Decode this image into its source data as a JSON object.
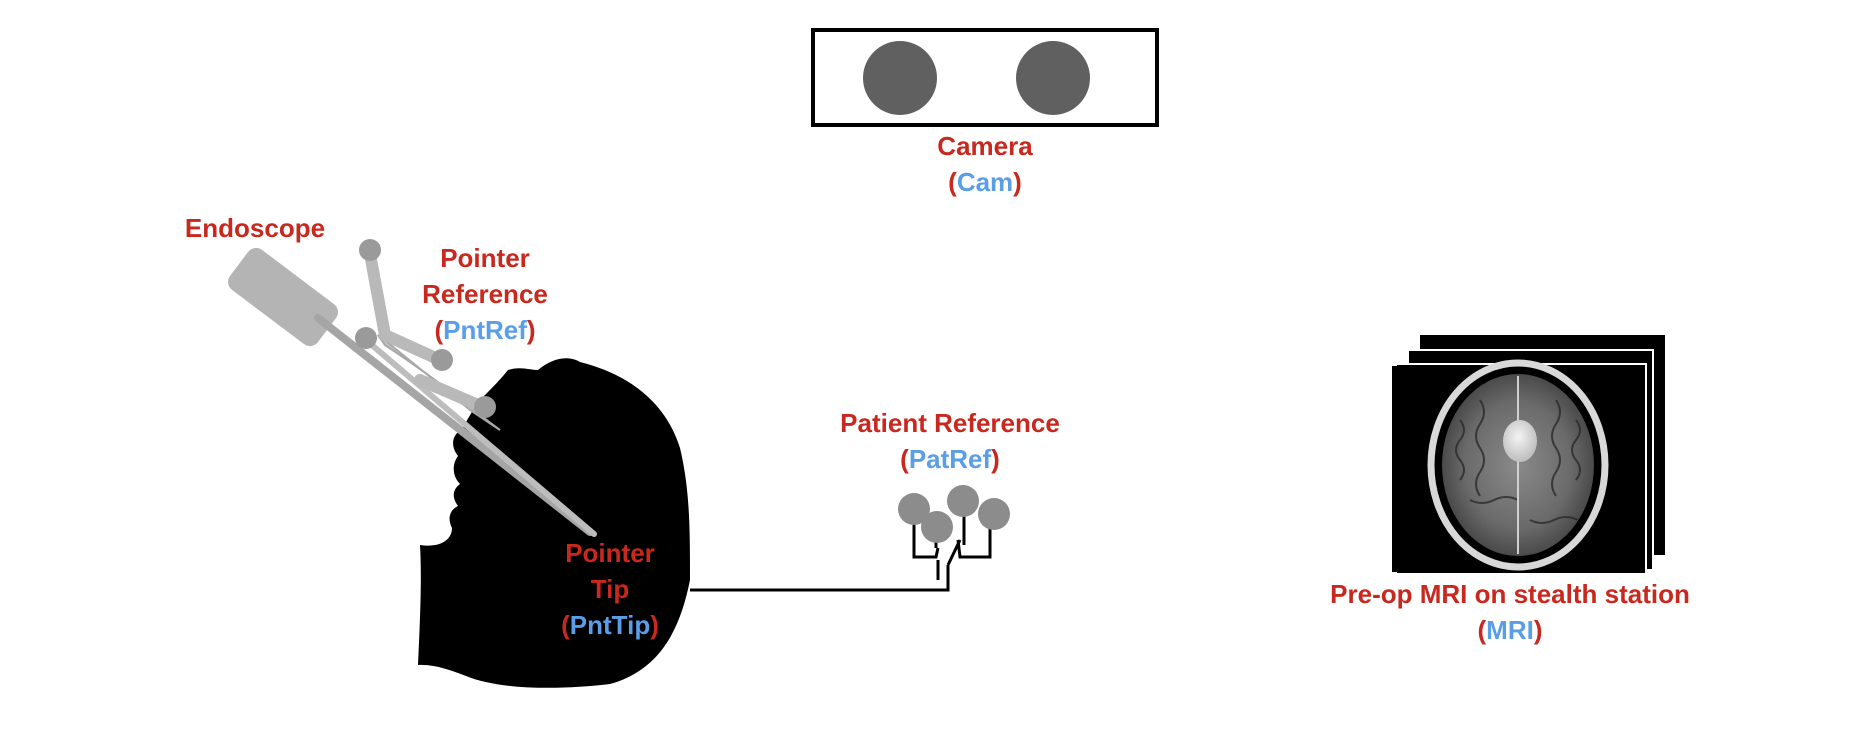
{
  "labels": {
    "camera": {
      "line1": "Camera",
      "abbr": "Cam"
    },
    "endoscope": {
      "line1": "Endoscope"
    },
    "pointer_reference": {
      "line1": "Pointer",
      "line2": "Reference",
      "abbr": "PntRef"
    },
    "pointer_tip": {
      "line1": "Pointer",
      "line2": "Tip",
      "abbr": "PntTip"
    },
    "patient_reference": {
      "line1": "Patient Reference",
      "abbr": "PatRef"
    },
    "mri": {
      "line1": "Pre-op MRI on stealth station",
      "abbr": "MRI"
    }
  },
  "punct": {
    "open": "(",
    "close": ")"
  },
  "colors": {
    "label_red": "#c8281e",
    "abbr_blue": "#5a9ee8",
    "camera_lens": "#606060",
    "marker_gray": "#8c8c8c",
    "instrument_gray": "#b4b4b4",
    "head_black": "#000000"
  }
}
